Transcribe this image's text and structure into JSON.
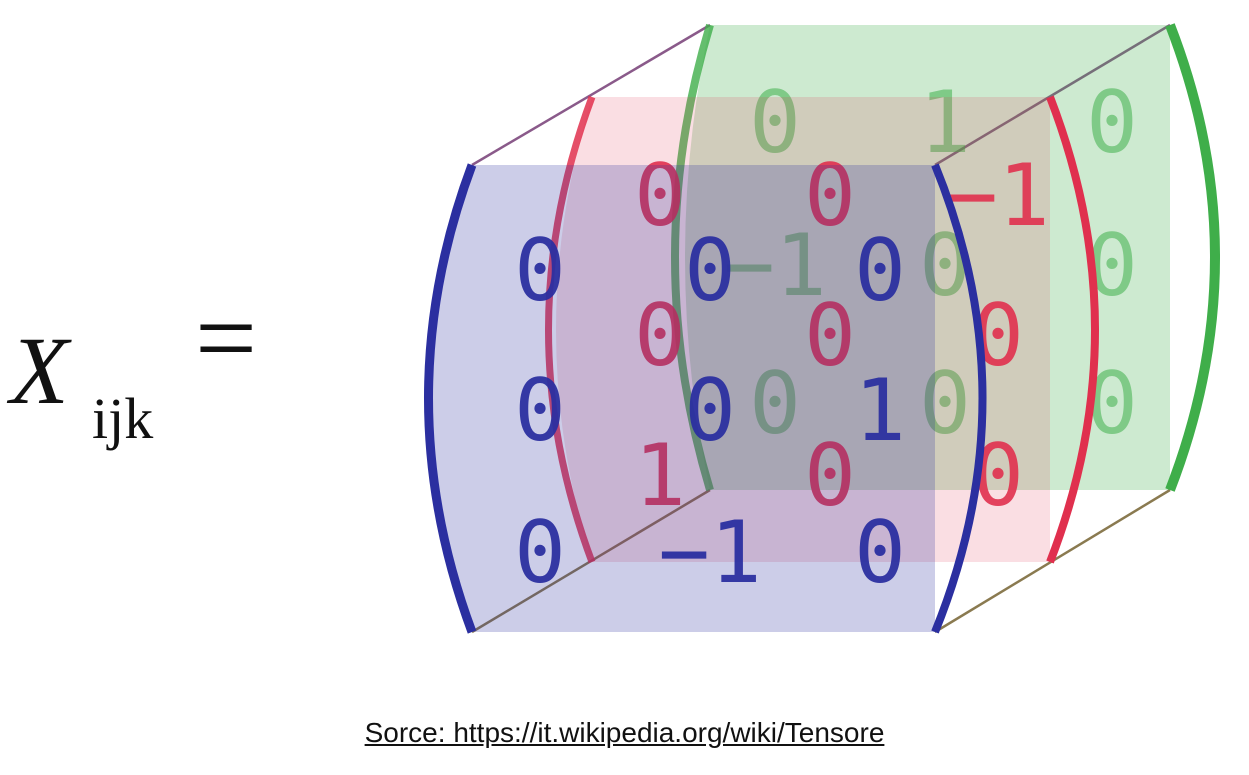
{
  "formula": {
    "symbol": "X",
    "subscript": "ijk",
    "equals": "="
  },
  "colors": {
    "front": "#2b2fa0",
    "middle": "#e0304e",
    "back": "#3fae4a"
  },
  "slices": {
    "back": {
      "entries": [
        [
          "0",
          "1",
          "0"
        ],
        [
          "−1",
          "0",
          "0"
        ],
        [
          "0",
          "0",
          "0"
        ]
      ]
    },
    "middle": {
      "entries": [
        [
          "0",
          "0",
          "−1"
        ],
        [
          "0",
          "0",
          "0"
        ],
        [
          "1",
          "0",
          "0"
        ]
      ]
    },
    "front": {
      "entries": [
        [
          "0",
          "0",
          "0"
        ],
        [
          "0",
          "0",
          "1"
        ],
        [
          "0",
          "−1",
          "0"
        ]
      ]
    }
  },
  "source": "Sorce:  https://it.wikipedia.org/wiki/Tensore"
}
